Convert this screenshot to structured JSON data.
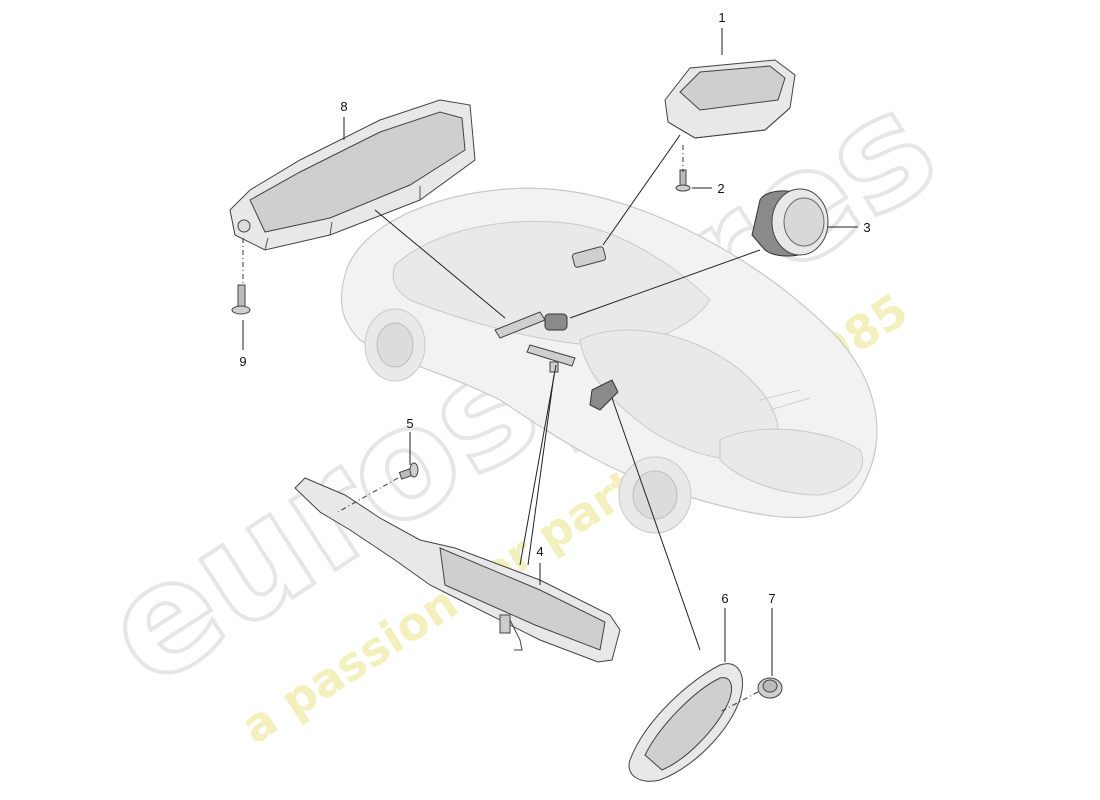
{
  "watermark": {
    "brand": "eurospares",
    "tagline": "a passion for parts since 1985"
  },
  "callouts": [
    "1",
    "2",
    "3",
    "4",
    "5",
    "6",
    "7",
    "8",
    "9"
  ],
  "colors": {
    "watermark_outline": "#e6e6e6",
    "watermark_tagline": "#f2efb6",
    "car_body": "#f2f2f2",
    "part_fill": "#e8e8e8",
    "line": "#222222"
  }
}
